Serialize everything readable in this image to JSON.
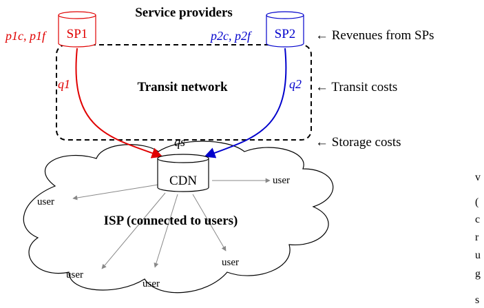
{
  "title": "Service providers",
  "colors": {
    "sp1": "#e00000",
    "sp2": "#0000cc",
    "user_edge": "#888888"
  },
  "providers": [
    {
      "id": "SP1",
      "label": "SP1",
      "price_vars": "p1c, p1f",
      "flow_label": "q1"
    },
    {
      "id": "SP2",
      "label": "SP2",
      "price_vars": "p2c, p2f",
      "flow_label": "q2"
    }
  ],
  "transit_network_label": "Transit network",
  "storage_label": "qs",
  "cdn_label": "CDN",
  "isp_label": "ISP (connected to users)",
  "user_label": "user",
  "annotations": {
    "revenues": "← Revenues from SPs",
    "transit_costs": "← Transit costs",
    "storage_costs": "← Storage costs"
  },
  "margin_text": [
    "v",
    "(",
    "c",
    "r",
    "u",
    "g",
    "s"
  ]
}
